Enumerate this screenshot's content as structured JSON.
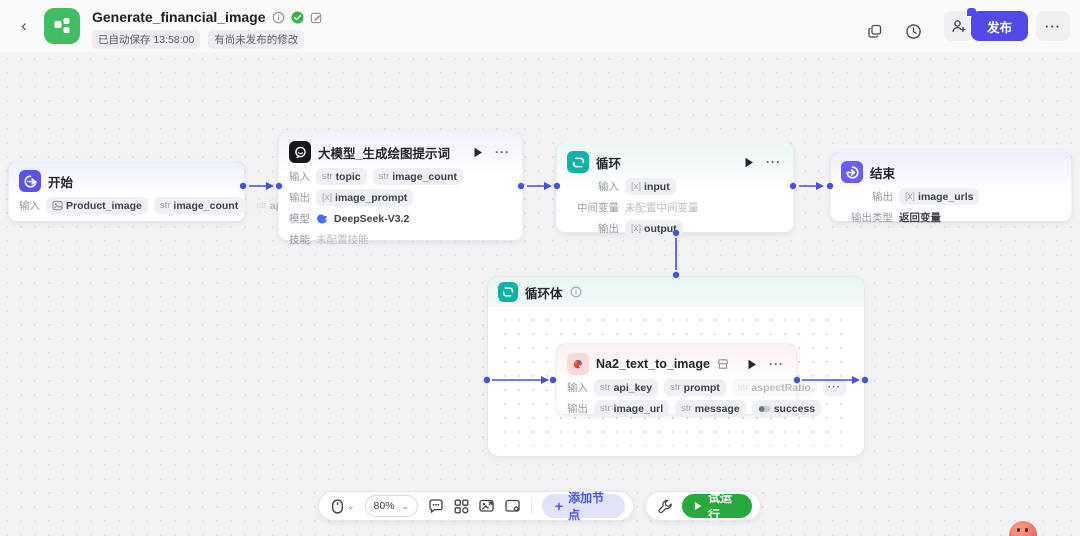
{
  "icons": {
    "back": "‹",
    "more_dots": "···",
    "plus": "+"
  },
  "header": {
    "title": "Generate_financial_image",
    "autosave_badge": "已自动保存 13:58:00",
    "unpublished_badge": "有尚未发布的修改",
    "publish_label": "发布"
  },
  "canvas": {
    "nodes": {
      "start": {
        "title": "开始",
        "input_label": "输入",
        "tags": [
          {
            "label": "Product_image"
          },
          {
            "type": "str",
            "label": "image_count"
          },
          {
            "type": "str",
            "label": "ap"
          }
        ]
      },
      "llm": {
        "title": "大模型_生成绘图提示词",
        "input_label": "输入",
        "output_label": "输出",
        "model_label": "模型",
        "skill_label": "技能",
        "inputs": [
          {
            "type": "str",
            "label": "topic"
          },
          {
            "type": "str",
            "label": "image_count"
          }
        ],
        "outputs": [
          {
            "type": "[x]",
            "label": "image_prompt"
          }
        ],
        "model_name": "DeepSeek-V3.2",
        "skill_value": "未配置技能"
      },
      "loop": {
        "title": "循环",
        "input_label": "输入",
        "mid_label": "中间变量",
        "output_label": "输出",
        "inputs": [
          {
            "type": "[x]",
            "label": "input"
          }
        ],
        "mid_value": "未配置中间变量",
        "outputs": [
          {
            "type": "[x]",
            "label": "output"
          }
        ]
      },
      "end": {
        "title": "结束",
        "output_label": "输出",
        "output_type_label": "输出类型",
        "outputs": [
          {
            "type": "[x]",
            "label": "image_urls"
          }
        ],
        "output_type_value": "返回变量"
      },
      "loop_body": {
        "title": "循环体"
      },
      "na2": {
        "title": "Na2_text_to_image",
        "input_label": "输入",
        "output_label": "输出",
        "inputs": [
          {
            "type": "str",
            "label": "api_key"
          },
          {
            "type": "str",
            "label": "prompt"
          },
          {
            "type": "str",
            "label": "aspectRatio"
          }
        ],
        "outputs": [
          {
            "type": "str",
            "label": "image_url"
          },
          {
            "type": "str",
            "label": "message"
          },
          {
            "type": "bool",
            "label": "success"
          }
        ]
      }
    }
  },
  "toolbar": {
    "zoom_value": "80%",
    "add_node_label": "添加节点",
    "run_label": "试运行"
  },
  "colors": {
    "accent": "#4a4fe0",
    "publish_purple": "#5348e8",
    "run_green": "#27aa3d",
    "loop_teal": "#10b3a3",
    "app_green": "#41bd63"
  }
}
